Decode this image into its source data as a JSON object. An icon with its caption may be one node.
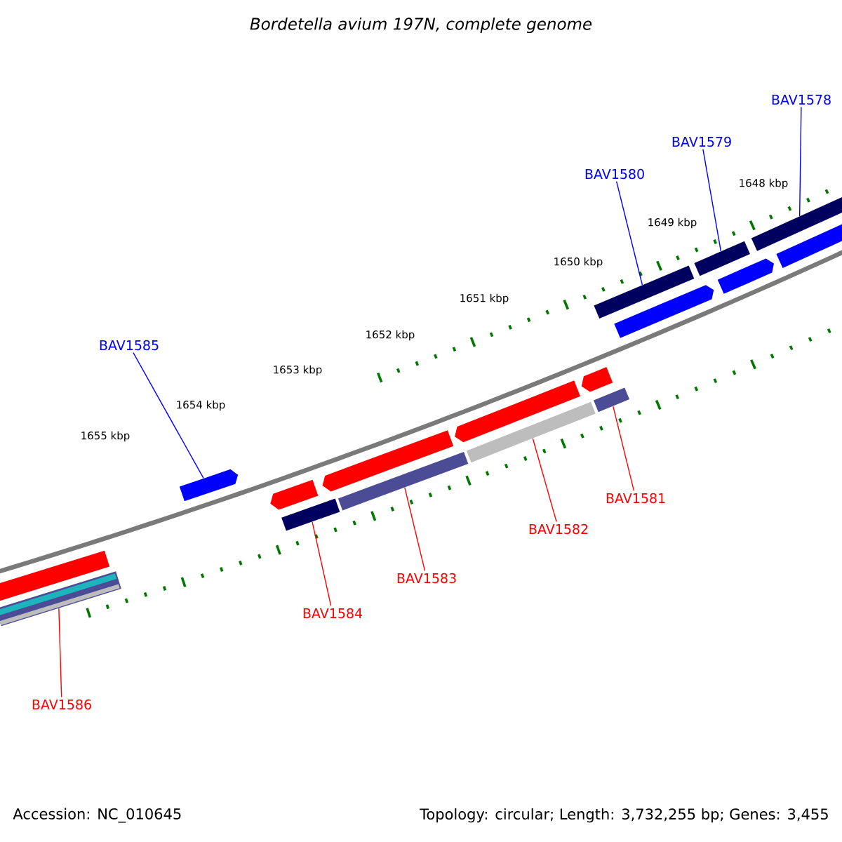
{
  "diagram": {
    "title": "Bordetella avium 197N, complete genome",
    "nodes": [
      {
        "text": [
          "BAV1578"
        ]
      },
      {
        "text": [
          "BAV1579"
        ]
      },
      {
        "text": [
          "BAV1580"
        ]
      },
      {
        "text": [
          "BAV1585"
        ]
      },
      {
        "text": [
          "BAV1581"
        ]
      },
      {
        "text": [
          "BAV1582"
        ]
      },
      {
        "text": [
          "BAV1583"
        ]
      },
      {
        "text": [
          "BAV1584"
        ]
      },
      {
        "text": [
          "BAV1586"
        ]
      },
      {
        "text": [],
        "shape": "bar"
      },
      {
        "text": [],
        "shape": "bar"
      },
      {
        "text": [],
        "shape": "arrow"
      },
      {
        "text": [],
        "shape": "arrow"
      },
      {
        "text": [],
        "shape": "bar"
      },
      {
        "text": [],
        "shape": "arrow"
      },
      {
        "text": [],
        "shape": "bar"
      },
      {
        "text": [],
        "shape": "arrow"
      },
      {
        "text": [],
        "shape": "bar"
      },
      {
        "text": [],
        "shape": "arrow"
      },
      {
        "text": [],
        "shape": "bar"
      },
      {
        "text": [],
        "shape": "bar"
      },
      {
        "text": [],
        "shape": "arrow"
      },
      {
        "text": [],
        "shape": "bar"
      },
      {
        "text": [],
        "shape": "arrow"
      },
      {
        "text": [],
        "shape": "bar"
      },
      {
        "text": [],
        "shape": "arrow"
      }
    ],
    "edges": [
      {
        "from": 0,
        "to": 24,
        "arrow": "none",
        "color": "#0000ff"
      },
      {
        "from": 1,
        "to": 22,
        "arrow": "none",
        "color": "#0000ff"
      },
      {
        "from": 2,
        "to": 20,
        "arrow": "none",
        "color": "#0000ff"
      },
      {
        "from": 3,
        "to": 11,
        "arrow": "none",
        "color": "#0000ff"
      },
      {
        "from": 4,
        "to": 19,
        "arrow": "none"
      },
      {
        "from": 5,
        "to": 17,
        "arrow": "none"
      },
      {
        "from": 6,
        "to": 15,
        "arrow": "none"
      },
      {
        "from": 7,
        "to": 13,
        "arrow": "none"
      },
      {
        "from": 8,
        "to": 10,
        "arrow": "none"
      }
    ],
    "labels": [
      "1648 kbp",
      "1649 kbp",
      "1650 kbp",
      "1651 kbp",
      "1652 kbp",
      "1653 kbp",
      "1654 kbp",
      "1655 kbp",
      "Accession: NC_010645",
      "Topology: circular; Length: 3,732,255 bp; Genes: 3,455"
    ]
  }
}
